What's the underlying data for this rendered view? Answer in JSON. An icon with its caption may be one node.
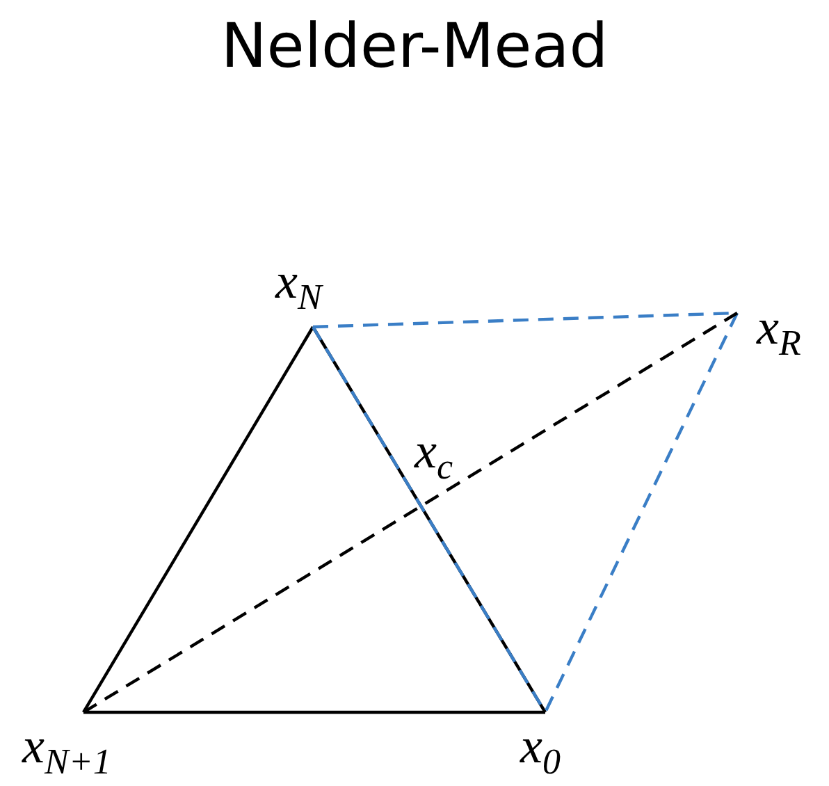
{
  "diagram": {
    "title": "Nelder-Mead",
    "nodes": [
      {
        "text": [
          "x$_{N}$"
        ]
      },
      {
        "text": [
          "x$_{R}$"
        ]
      },
      {
        "text": [
          "x$_{N+1}$"
        ]
      },
      {
        "text": [
          "x$_{0}$"
        ]
      }
    ],
    "edges": [
      {
        "from": 0,
        "to": 2,
        "arrow": "none"
      },
      {
        "from": 2,
        "to": 3,
        "arrow": "none"
      },
      {
        "from": 3,
        "to": 0,
        "arrow": "none"
      },
      {
        "from": 0,
        "to": 3,
        "arrow": "none",
        "style": "dashed",
        "color": "#3a7ec6"
      },
      {
        "from": 0,
        "to": 1,
        "arrow": "none",
        "style": "dashed",
        "color": "#3a7ec6"
      },
      {
        "from": 1,
        "to": 3,
        "arrow": "none",
        "style": "dashed",
        "color": "#3a7ec6"
      },
      {
        "from": 2,
        "to": 1,
        "arrow": "none",
        "style": "dashed"
      }
    ],
    "labels": [
      "x$_{c}$"
    ]
  }
}
